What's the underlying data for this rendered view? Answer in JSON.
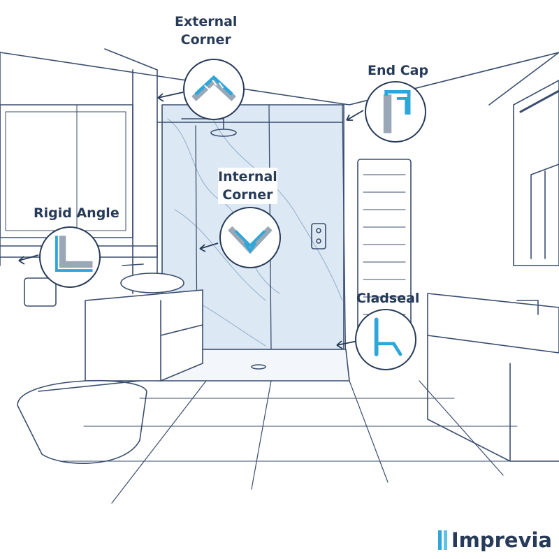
{
  "labels": {
    "external_corner": [
      "External",
      "Corner"
    ],
    "end_cap": "End Cap",
    "internal_corner": [
      "Internal",
      "Corner"
    ],
    "rigid_angle": "Rigid Angle",
    "cladseal": "Cladseal"
  },
  "brand": {
    "name": "Imprevia"
  },
  "colors": {
    "ink": "#273a57",
    "accent": "#2fa6d8",
    "panel": "#dce9f4",
    "line": "#3a4d6e"
  }
}
